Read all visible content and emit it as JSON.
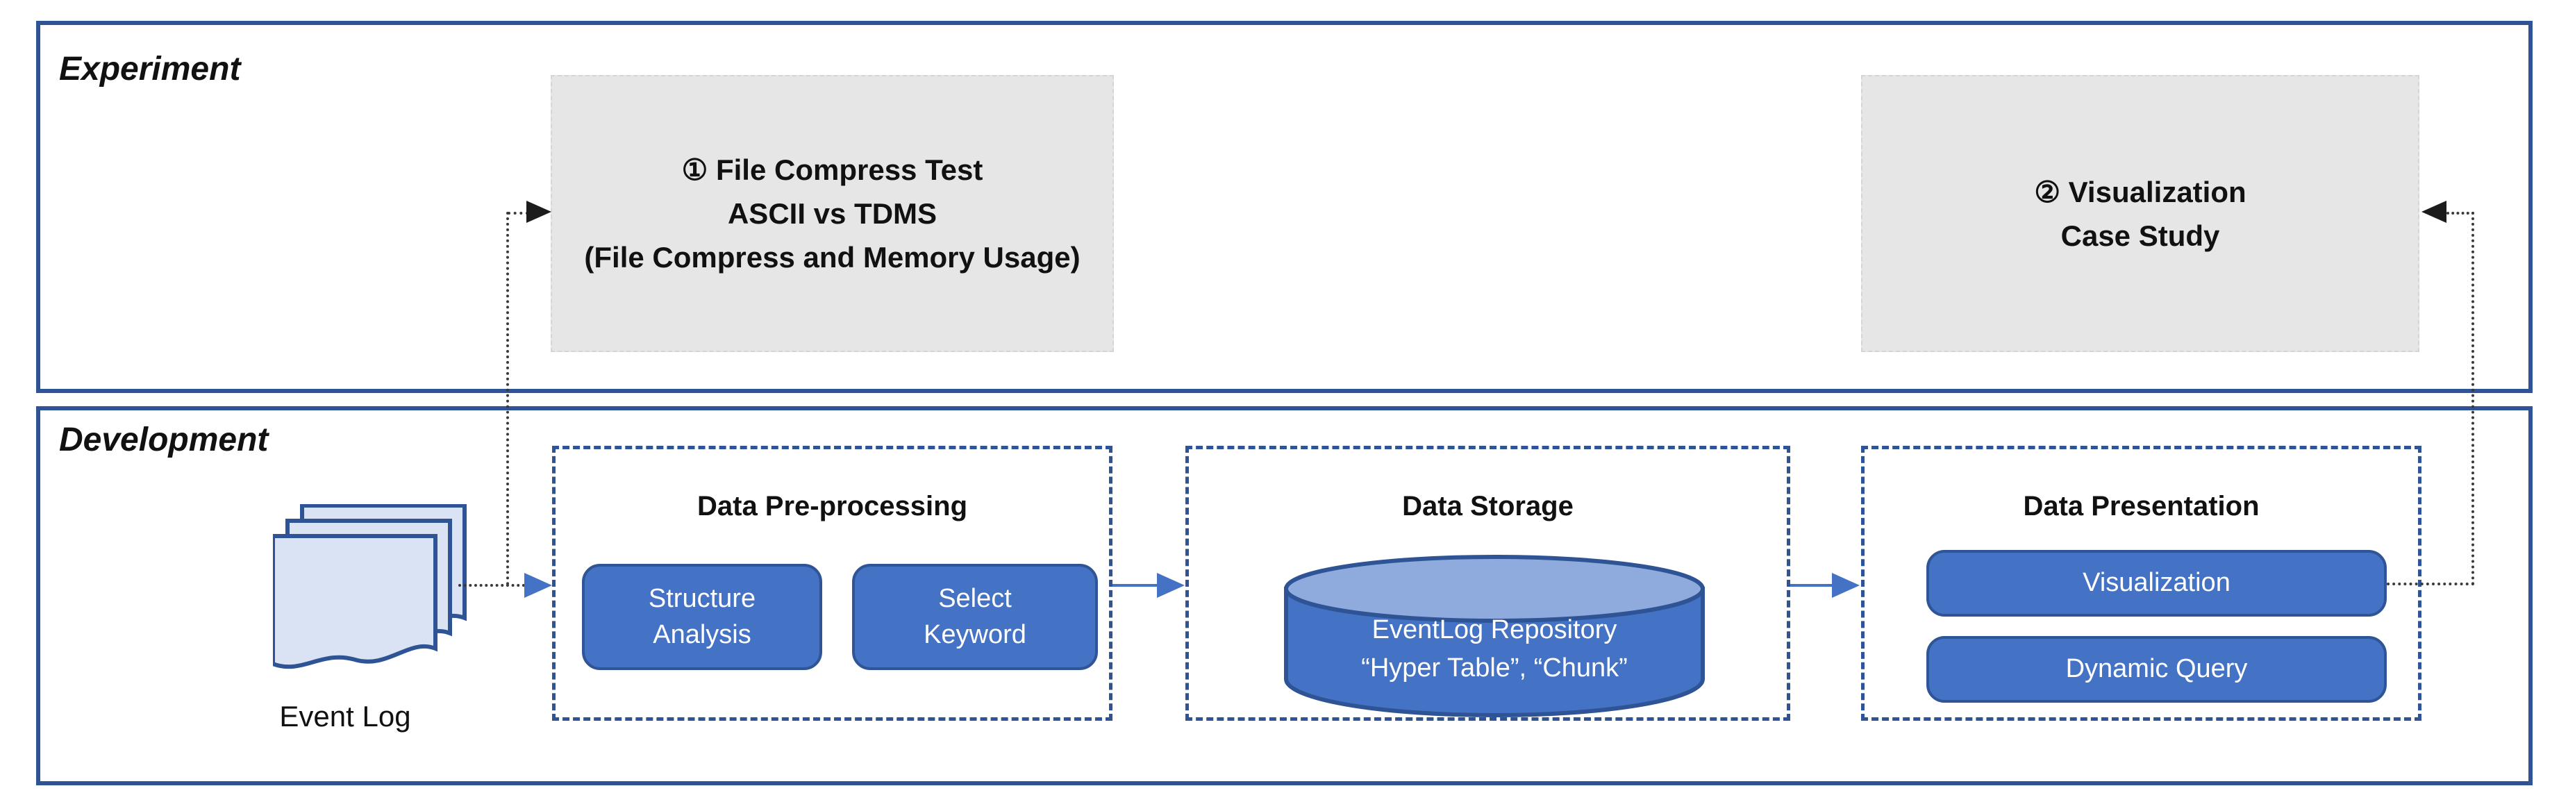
{
  "colors": {
    "lane_border": "#2F5496",
    "shape_fill": "#4472C4",
    "shape_border": "#2F5597",
    "cylinder_top": "#8FAADC",
    "document_fill": "#DAE3F3",
    "gray_fill": "#E7E6E6",
    "connector_black": "#3a3a3a"
  },
  "lanes": {
    "experiment": {
      "label": "Experiment"
    },
    "development": {
      "label": "Development"
    }
  },
  "experiment": {
    "test1": {
      "line1": "① File Compress Test",
      "line2": "ASCII vs TDMS",
      "line3": "(File Compress and Memory Usage)"
    },
    "test2": {
      "line1": "② Visualization",
      "line2": "Case Study"
    }
  },
  "development": {
    "event_log": {
      "label": "Event Log"
    },
    "preprocessing": {
      "title": "Data Pre-processing",
      "buttons": [
        {
          "line1": "Structure",
          "line2": "Analysis"
        },
        {
          "line1": "Select",
          "line2": "Keyword"
        }
      ]
    },
    "storage": {
      "title": "Data Storage",
      "cylinder": {
        "line1": "EventLog Repository",
        "line2": "“Hyper Table”, “Chunk”"
      }
    },
    "presentation": {
      "title": "Data Presentation",
      "buttons": [
        {
          "label": "Visualization"
        },
        {
          "label": "Dynamic Query"
        }
      ]
    }
  }
}
